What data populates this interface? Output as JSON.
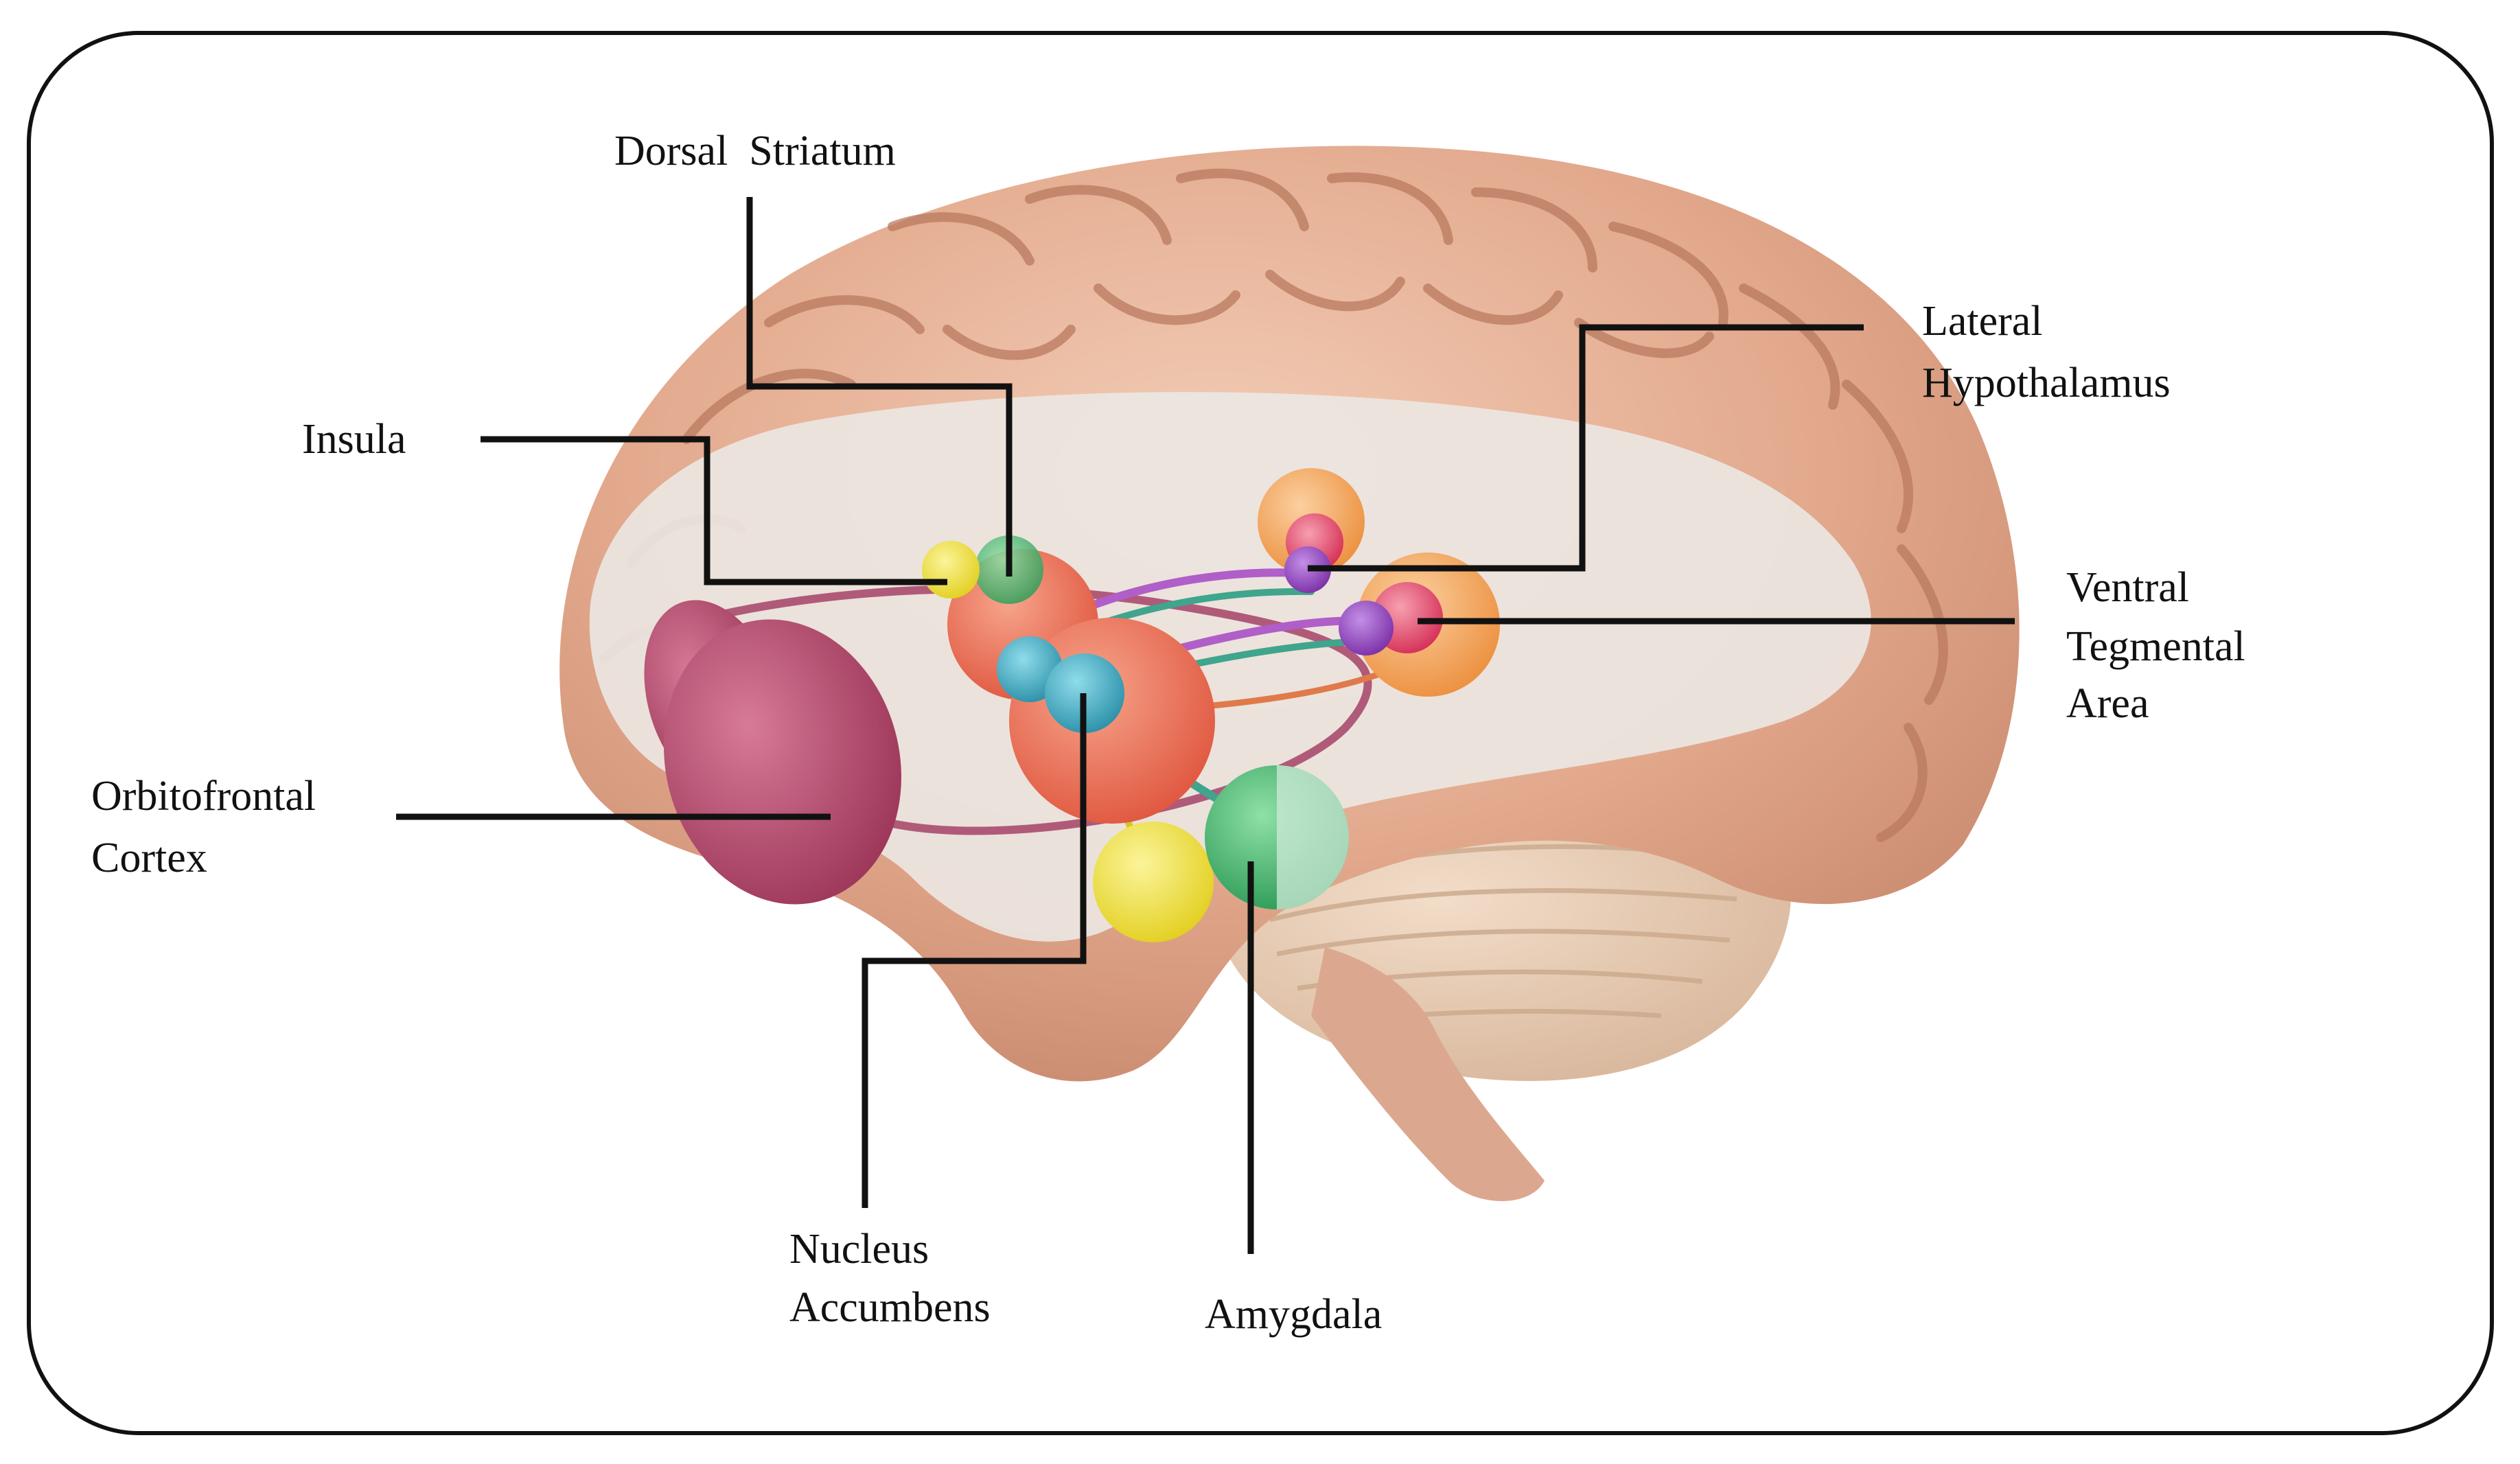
{
  "labels": {
    "dorsal_striatum": "Dorsal  Striatum",
    "insula": "Insula",
    "lateral_hypothalamus_line1": "Lateral",
    "lateral_hypothalamus_line2": "Hypothalamus",
    "ventral_tegmental_line1": "Ventral",
    "ventral_tegmental_line2": "Tegmental",
    "ventral_tegmental_line3": "Area",
    "orbitofrontal_line1": "Orbitofrontal",
    "orbitofrontal_line2": "Cortex",
    "nucleus_accumbens_line1": "Nucleus",
    "nucleus_accumbens_line2": "Accumbens",
    "amygdala": "Amygdala"
  },
  "colors": {
    "frame": "#111111",
    "brain_skin": "#e6b39a",
    "brain_fold": "#c98f75",
    "brain_inner": "#ebe6e2",
    "orbitofrontal": "#b94f72",
    "dorsal_striatum": "#ec7a5c",
    "nucleus_accumbens": "#3fb0c6",
    "amygdala": "#3fb56c",
    "insula": "#f1e33a",
    "lateral_hypothalamus": "#e2476b",
    "ventral_tegmental": "#8e3fb8",
    "orange_region": "#f1a35c"
  }
}
